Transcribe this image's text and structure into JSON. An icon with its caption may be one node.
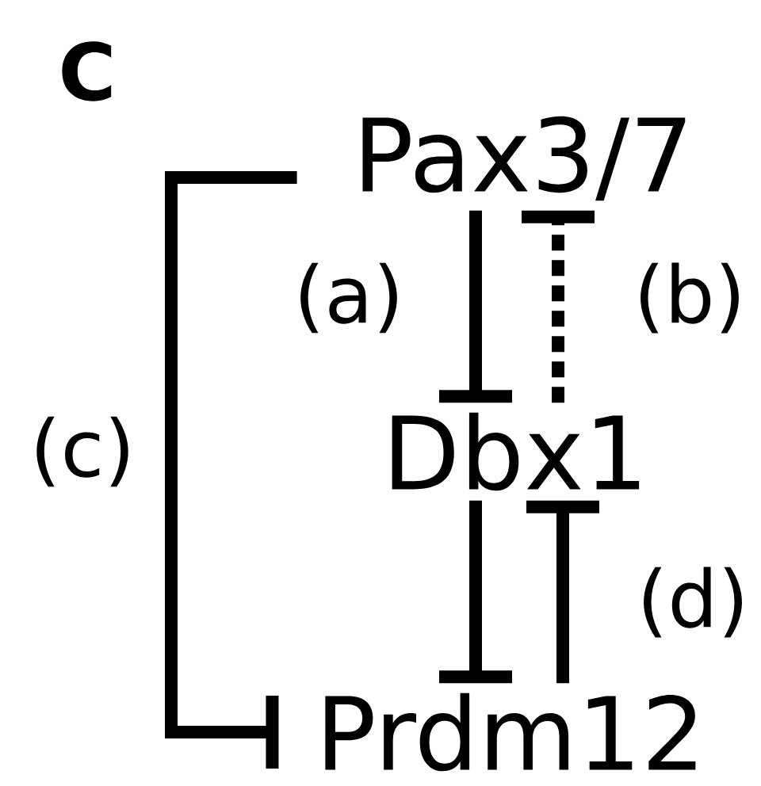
{
  "diagram": {
    "nodes": [
      {
        "text": [
          "Pax3/7"
        ]
      },
      {
        "text": [
          "Dbx1"
        ]
      },
      {
        "text": [
          "Prdm12"
        ]
      }
    ],
    "edges": [
      {
        "from": 0,
        "to": 1,
        "arrow": "other",
        "label": "(a)"
      },
      {
        "from": 1,
        "to": 0,
        "arrow": "other",
        "style": "dashed",
        "label": "(b)"
      },
      {
        "from": 0,
        "to": 2,
        "arrow": "other",
        "label": "(c)"
      },
      {
        "from": 1,
        "to": 2,
        "arrow": "other"
      },
      {
        "from": 2,
        "to": 1,
        "arrow": "other",
        "label": "(d)"
      }
    ],
    "labels": [
      "C"
    ]
  }
}
